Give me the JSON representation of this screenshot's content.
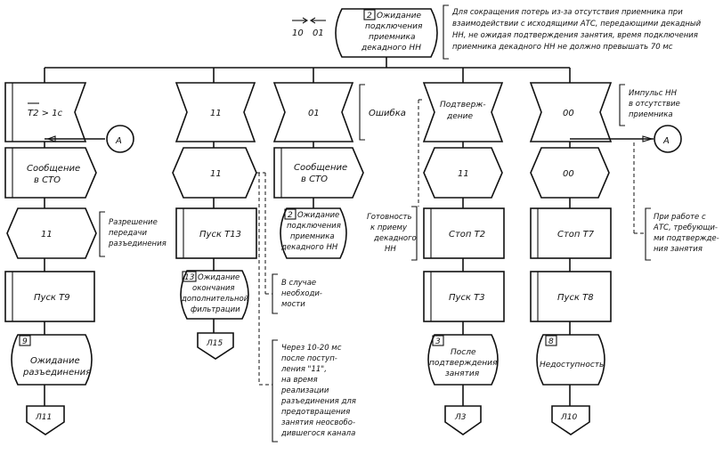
{
  "header": {
    "arrow_left": "10",
    "arrow_right": "01",
    "start_state_num": "2",
    "start_state_lines": [
      "Ожидание",
      "подключения",
      "приемника",
      "декадного НН"
    ],
    "note_lines": [
      "Для сокращения потерь из-за отсутствия приемника при",
      "взаимодействии с исходящими АТС, передающими декадный",
      "НН, не ожидая подтверждения занятия, время подключения",
      "приемника декадного НН не должно превышать 70 мс"
    ]
  },
  "branch1": {
    "input_signal": "T2 > 1c",
    "connector_a": "A",
    "task_lines": [
      "Сообщение",
      "в СТО"
    ],
    "output_signal": "11",
    "output_comment": [
      "Разрешение",
      "передачи",
      "разъединения"
    ],
    "task2": "Пуск Т9",
    "state_num": "9",
    "state_lines": [
      "Ожидание",
      "разъединения"
    ],
    "offpage": "Л11"
  },
  "branch2": {
    "input_signal": "11",
    "output_signal": "11",
    "task": "Пуск Т13",
    "state_num": "13",
    "state_lines": [
      "Ожидание",
      "окончания",
      "дополнительной",
      "фильтрации"
    ],
    "offpage": "Л15"
  },
  "branch3": {
    "input_signal": "01",
    "input_comment": "Ошибка",
    "task_lines": [
      "Сообщение",
      "в СТО"
    ],
    "state_num": "2",
    "state_lines": [
      "Ожидание",
      "подключения",
      "приемника",
      "декадного НН"
    ],
    "comment_need": [
      "В случае",
      "необходи-",
      "мости"
    ],
    "comment_time": [
      "Через 10-20 мс",
      "после поступ-",
      "ления \"11\",",
      "на время",
      "реализации",
      "разъединения для",
      "предотвращения",
      "занятия неосвобо-",
      "дившегося канала"
    ]
  },
  "branch4": {
    "input_signal_lines": [
      "Подтверж-",
      "дение"
    ],
    "output_signal": "11",
    "side_comment": [
      "Готовность",
      "к приему",
      "декадного",
      "НН"
    ],
    "task1": "Стоп Т2",
    "task2": "Пуск Т3",
    "state_num": "3",
    "state_lines": [
      "После",
      "подтверждения",
      "занятия"
    ],
    "offpage": "Л3"
  },
  "branch5": {
    "input_signal": "00",
    "input_comment": [
      "Импульс НН",
      "в отсутствие",
      "приемника"
    ],
    "connector_a": "A",
    "output_signal": "00",
    "side_comment": [
      "При работе с",
      "АТС, требующи-",
      "ми подтвержде-",
      "ния занятия"
    ],
    "task1": "Стоп Т7",
    "task2": "Пуск Т8",
    "state_num": "8",
    "state_lines": [
      "Недоступность"
    ],
    "offpage": "Л10"
  }
}
